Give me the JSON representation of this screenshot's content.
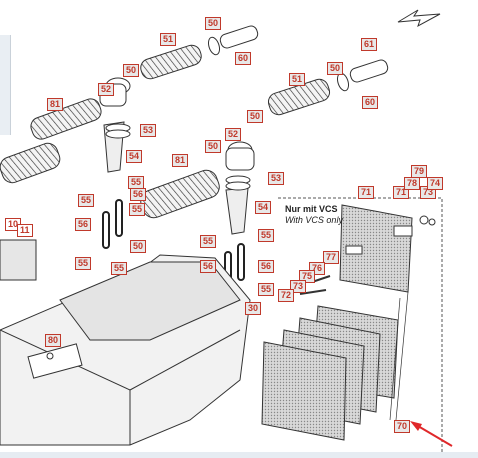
{
  "note": {
    "line1": "Nur mit VCS",
    "line2": "With VCS only"
  },
  "callouts": {
    "c50a": "50",
    "c60a": "60",
    "c51a": "51",
    "c50b": "50",
    "c52a": "52",
    "c81a": "81",
    "c53a": "53",
    "c54a": "54",
    "c55a": "55",
    "c55b": "55",
    "c56a": "56",
    "c56b": "56",
    "c55c": "55",
    "c50c": "50",
    "c55d": "55",
    "c61": "61",
    "c50d": "50",
    "c51b": "51",
    "c50e": "50",
    "c60b": "60",
    "c52b": "52",
    "c50f": "50",
    "c81b": "81",
    "c53b": "53",
    "c54b": "54",
    "c55e": "55",
    "c55f": "55",
    "c56c": "56",
    "c56d": "56",
    "c55g": "55",
    "c55h": "55",
    "c10": "10",
    "c11": "11",
    "c80": "80",
    "c30": "30",
    "c79": "79",
    "c71a": "71",
    "c71b": "71",
    "c78": "78",
    "c73a": "73",
    "c74": "74",
    "c77": "77",
    "c76": "76",
    "c75": "75",
    "c73b": "73",
    "c72": "72",
    "c70": "70"
  },
  "colors": {
    "callout_red": "#c0392b",
    "arrow_red": "#e0282a",
    "line": "#333333"
  }
}
